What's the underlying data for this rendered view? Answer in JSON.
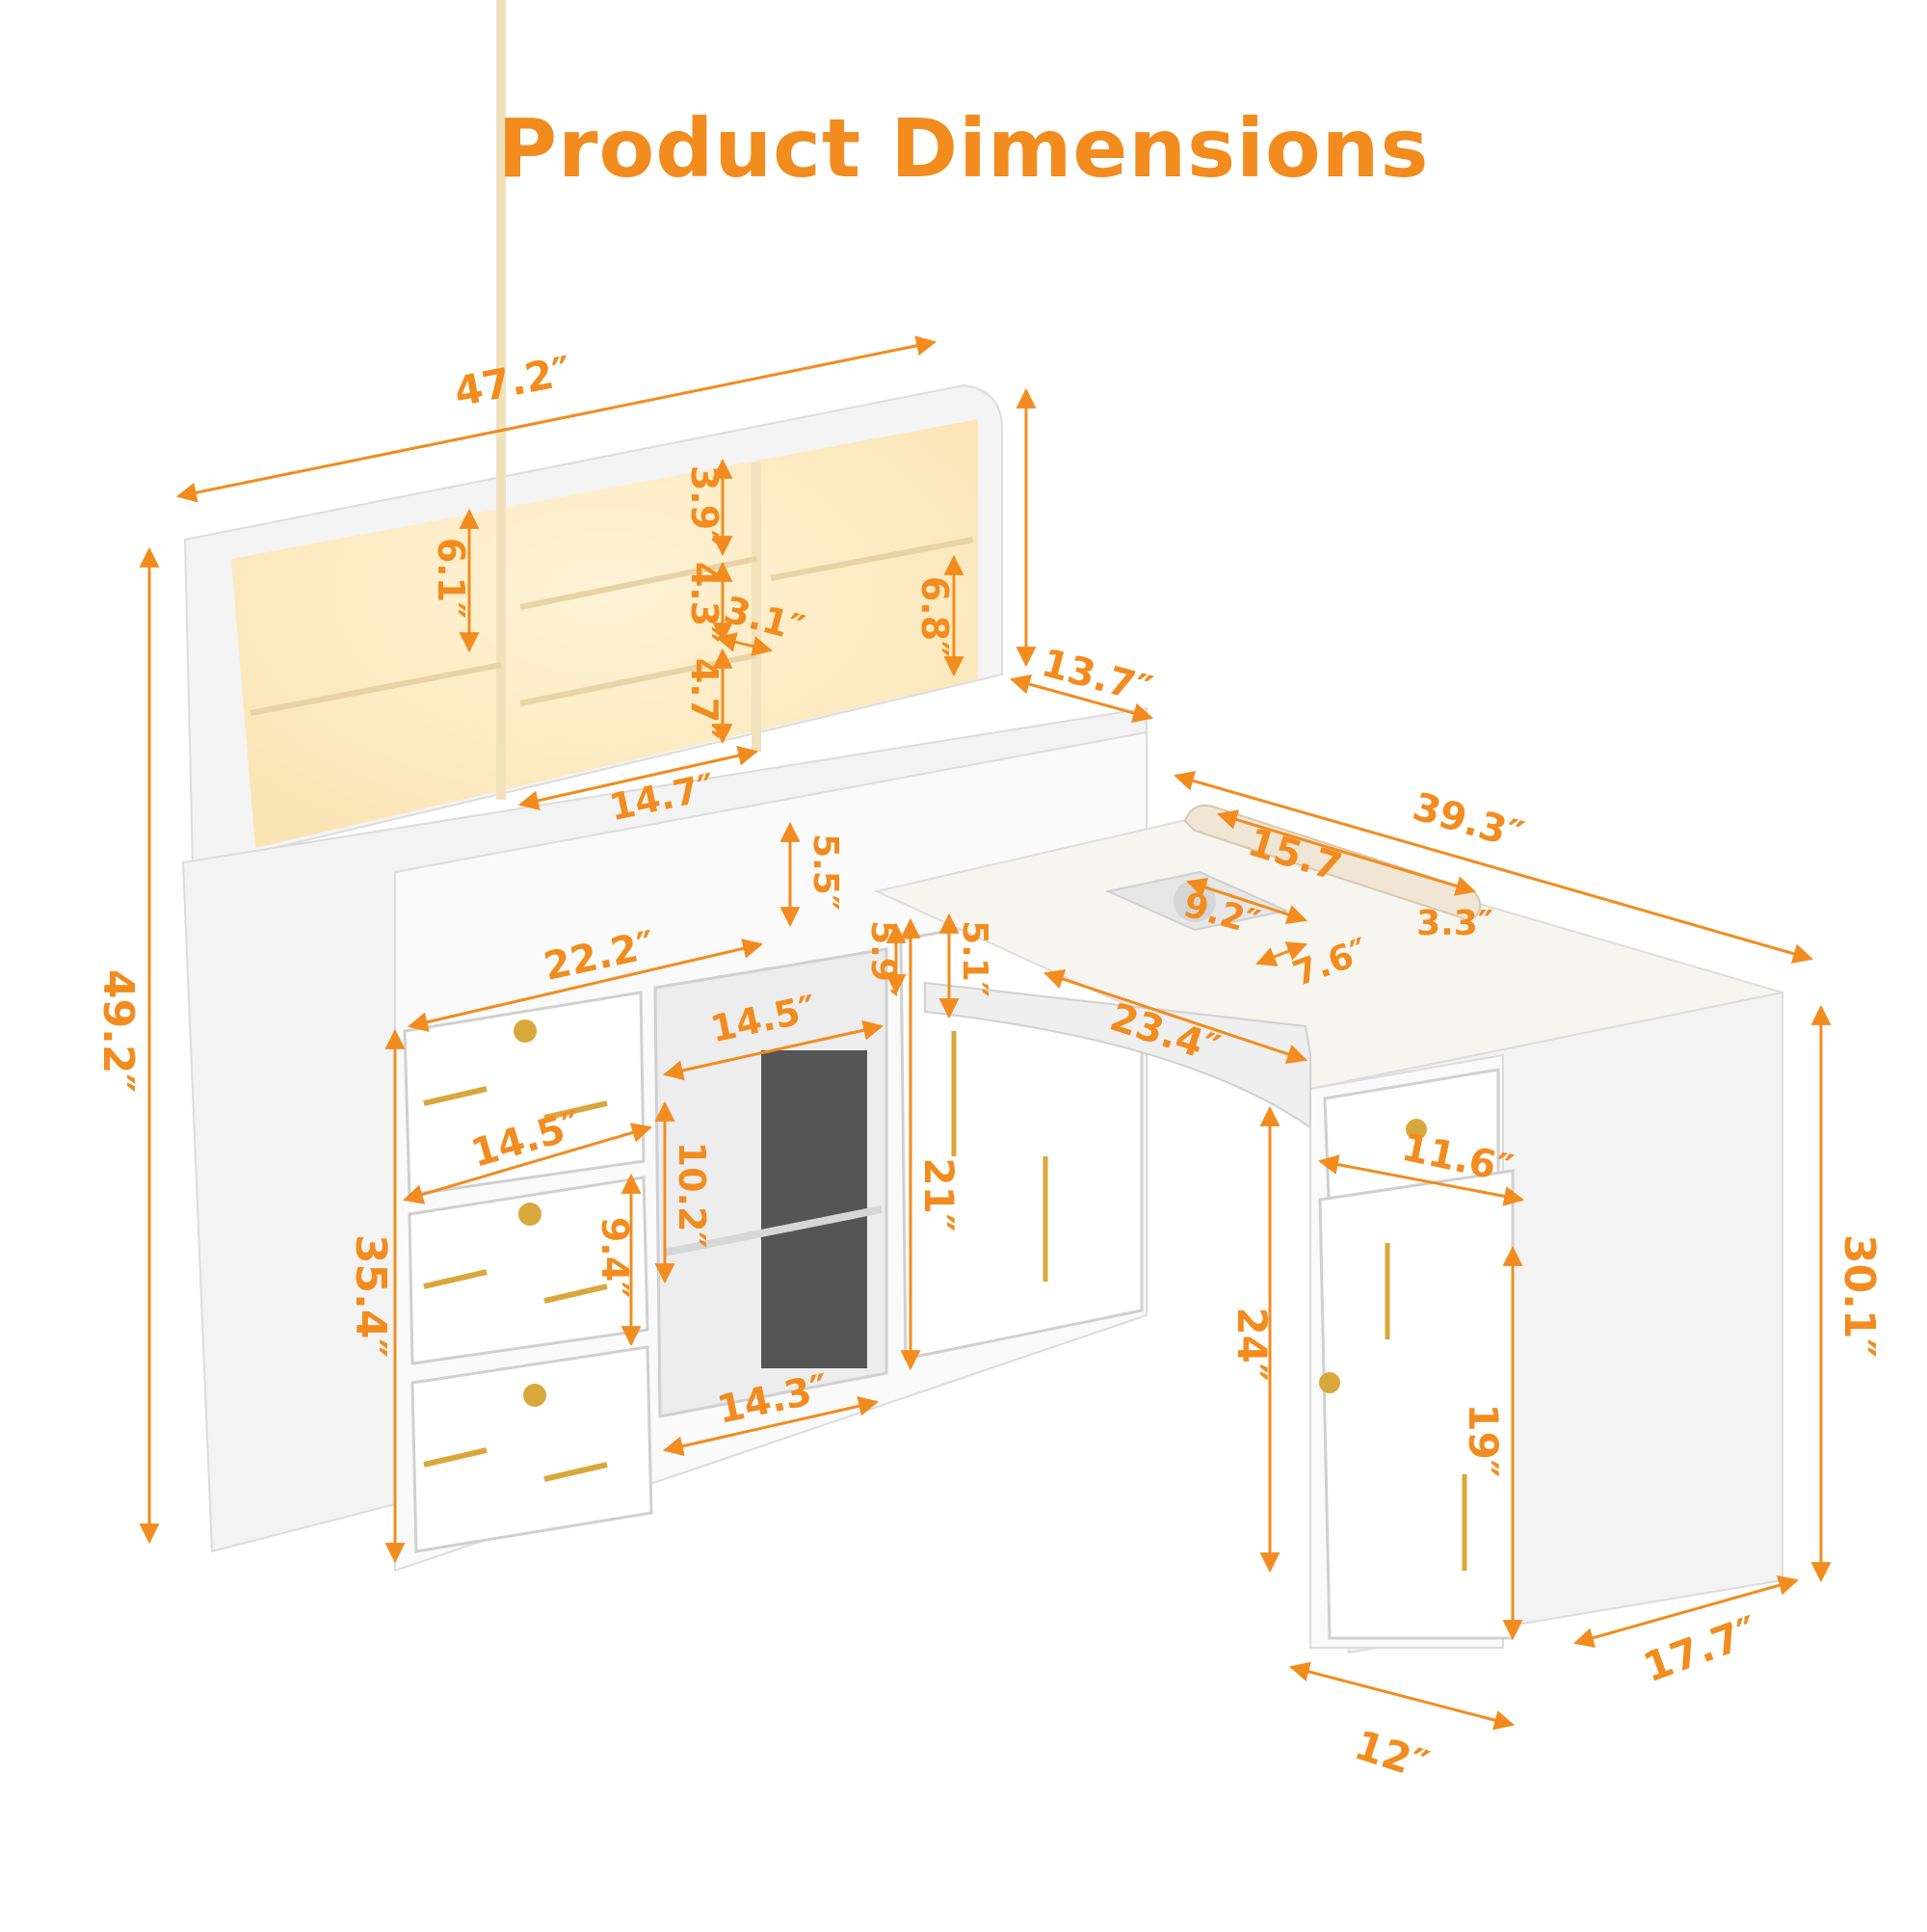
{
  "title": "Product Dimensions",
  "accent_color": "#F28C1E",
  "dimensions": {
    "overall_width": "47.2″",
    "overall_height": "49.2″",
    "hutch_depth": "13.7″",
    "desk_length": "39.3″",
    "desk_height": "30.1″",
    "base_height": "35.4″",
    "cabinet_depth": "17.7″",
    "cabinet_width": "12″",
    "legroom_height": "24″",
    "door_height": "19″",
    "drawer_width_right": "11.6″",
    "hutch_shelf_1": "6.1″",
    "hutch_shelf_2": "3.9″",
    "hutch_shelf_3": "4.3″",
    "hutch_shelf_4": "4.7″",
    "hutch_shelf_5": "6.8″",
    "hutch_shelf_depth": "3.1″",
    "hutch_width": "14.7″",
    "open_shelf_height": "5.5″",
    "open_shelf_width": "22.2″",
    "cubby_height": "5.9″",
    "cubby_width": "14.5″",
    "drawer_width_left": "14.5″",
    "drawer_height": "9.4″",
    "shelf_height": "10.2″",
    "cabinet_interior_width": "14.3″",
    "door_cabinet_height": "21″",
    "keyboard_height": "5.1″",
    "keyboard_width": "23.4″",
    "armrest_length": "15.7",
    "armrest_height": "3.3″",
    "fan_width": "9.2″",
    "fan_depth": "7.6″"
  }
}
